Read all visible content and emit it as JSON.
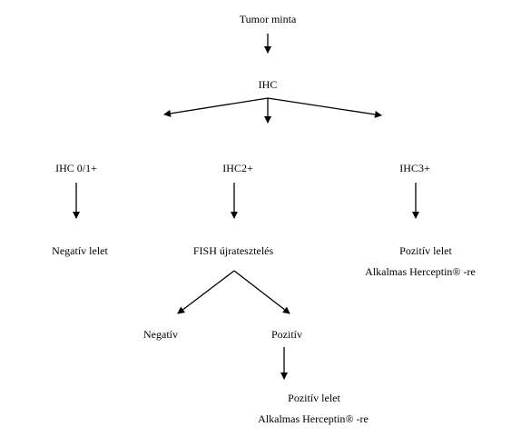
{
  "diagram": {
    "nodes": {
      "tumor": "Tumor minta",
      "ihc": "IHC",
      "ihc01": "IHC 0/1+",
      "ihc2": "IHC2+",
      "ihc3": "IHC3+",
      "neg_result": "Negatív lelet",
      "fish": "FISH újratesztelés",
      "pos_result_1": "Pozitív lelet",
      "herceptin_1": "Alkalmas Herceptin® -re",
      "negative": "Negatív",
      "positive": "Pozitív",
      "pos_result_2": "Pozitív lelet",
      "herceptin_2": "Alkalmas Herceptin® -re"
    },
    "line_color": "#000000"
  }
}
